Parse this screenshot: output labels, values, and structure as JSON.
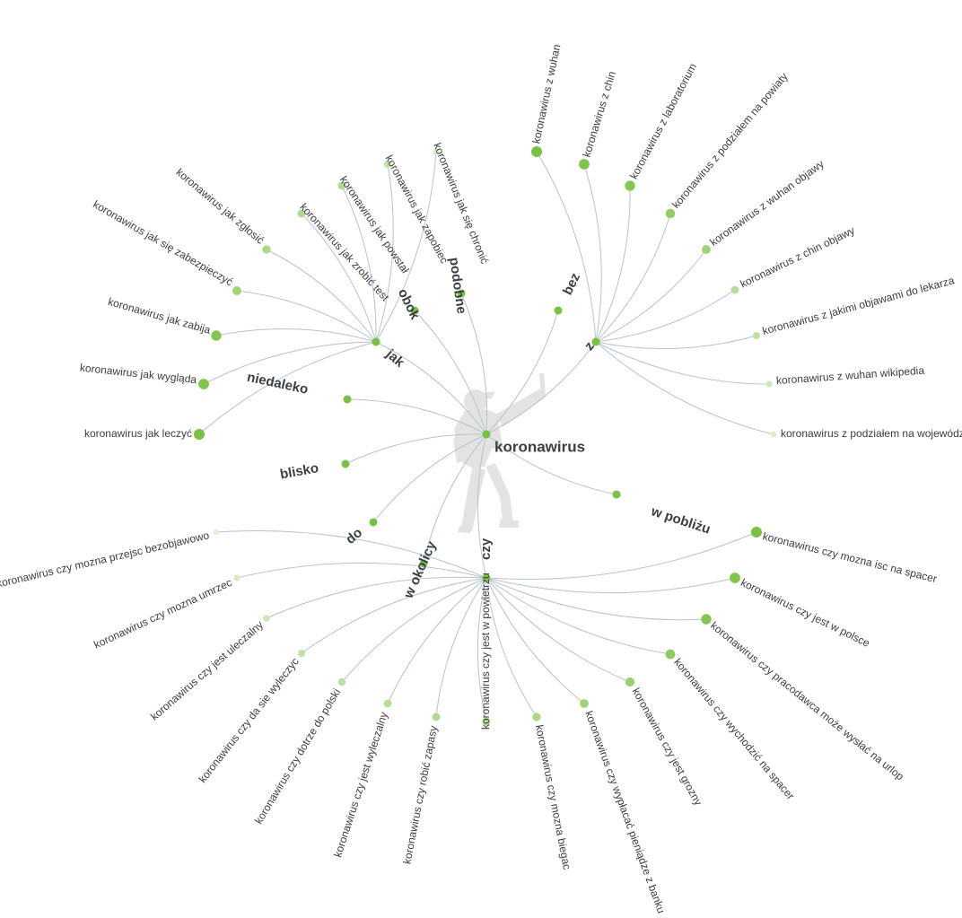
{
  "root": {
    "label": "koronawirus",
    "icon": "person-silhouette-icon",
    "color": "#7ac143"
  },
  "colors": {
    "edge": "#b7c2cc",
    "strong": "#7ac143",
    "weak": "#e6f3da",
    "text": "#3a3f44"
  },
  "branches": [
    {
      "id": "jak",
      "label": "jak",
      "leaves": [
        {
          "label": "koronawirus jak się chronić",
          "strength": 0.15
        },
        {
          "label": "koronawirus jak zapobiec",
          "strength": 0.35
        },
        {
          "label": "koronawirus jak powstał",
          "strength": 0.5
        },
        {
          "label": "koronawirus jak zrobić test",
          "strength": 0.5
        },
        {
          "label": "koronawirus jak zgłosić",
          "strength": 0.55
        },
        {
          "label": "koronawirus jak się zabezpieczyć",
          "strength": 0.65
        },
        {
          "label": "koronawirus jak zabija",
          "strength": 0.9
        },
        {
          "label": "koronawirus jak wygląda",
          "strength": 0.95
        },
        {
          "label": "koronawirus jak leczyć",
          "strength": 1.0
        }
      ]
    },
    {
      "id": "z",
      "label": "z",
      "leaves": [
        {
          "label": "koronawirus z wuhan",
          "strength": 1.0
        },
        {
          "label": "koronawirus z chin",
          "strength": 0.95
        },
        {
          "label": "koronawirus z laboratorium",
          "strength": 0.9
        },
        {
          "label": "koronawirus z podziałem na powiaty",
          "strength": 0.75
        },
        {
          "label": "koronawirus z wuhan objawy",
          "strength": 0.65
        },
        {
          "label": "koronawirus z chin objawy",
          "strength": 0.45
        },
        {
          "label": "koronawirus z jakimi objawami do lekarza",
          "strength": 0.35
        },
        {
          "label": "koronawirus z wuhan wikipedia",
          "strength": 0.2
        },
        {
          "label": "koronawirus z podziałem na województwa",
          "strength": 0.1
        }
      ]
    },
    {
      "id": "czy",
      "label": "czy",
      "leaves": [
        {
          "label": "koronawirus czy mozna przejsc bezobjawowo",
          "strength": 0.05
        },
        {
          "label": "koronawirus czy mozna umrzec",
          "strength": 0.15
        },
        {
          "label": "koronawirus czy jest uleczalny",
          "strength": 0.25
        },
        {
          "label": "koronawirus czy da sie wyleczyc",
          "strength": 0.35
        },
        {
          "label": "koronawirus czy dotrze do polski",
          "strength": 0.4
        },
        {
          "label": "koronawirus czy jest wyleczalny",
          "strength": 0.45
        },
        {
          "label": "koronawirus czy robić zapasy",
          "strength": 0.5
        },
        {
          "label": "koronawirus czy jest w powietrzu",
          "strength": 0.5
        },
        {
          "label": "koronawirus czy mozna biegac",
          "strength": 0.55
        },
        {
          "label": "koronawirus czy wypłacać pieniądze z banku",
          "strength": 0.65
        },
        {
          "label": "koronawirus czy jest grozny",
          "strength": 0.7
        },
        {
          "label": "koronawirus czy wychodzić na spacer",
          "strength": 0.8
        },
        {
          "label": "koronawirus czy pracodawca może wysłać na urlop",
          "strength": 0.9
        },
        {
          "label": "koronawirus czy jest w polsce",
          "strength": 0.95
        },
        {
          "label": "koronawirus czy mozna isc na spacer",
          "strength": 1.0
        }
      ]
    },
    {
      "id": "obok",
      "label": "obok",
      "leaves": []
    },
    {
      "id": "podobne",
      "label": "podobne",
      "leaves": []
    },
    {
      "id": "bez",
      "label": "bez",
      "leaves": []
    },
    {
      "id": "niedaleko",
      "label": "niedaleko",
      "leaves": []
    },
    {
      "id": "blisko",
      "label": "blisko",
      "leaves": []
    },
    {
      "id": "do",
      "label": "do",
      "leaves": []
    },
    {
      "id": "w-okolicy",
      "label": "w okolicy",
      "leaves": []
    },
    {
      "id": "w-poblizu",
      "label": "w pobliżu",
      "leaves": []
    }
  ]
}
